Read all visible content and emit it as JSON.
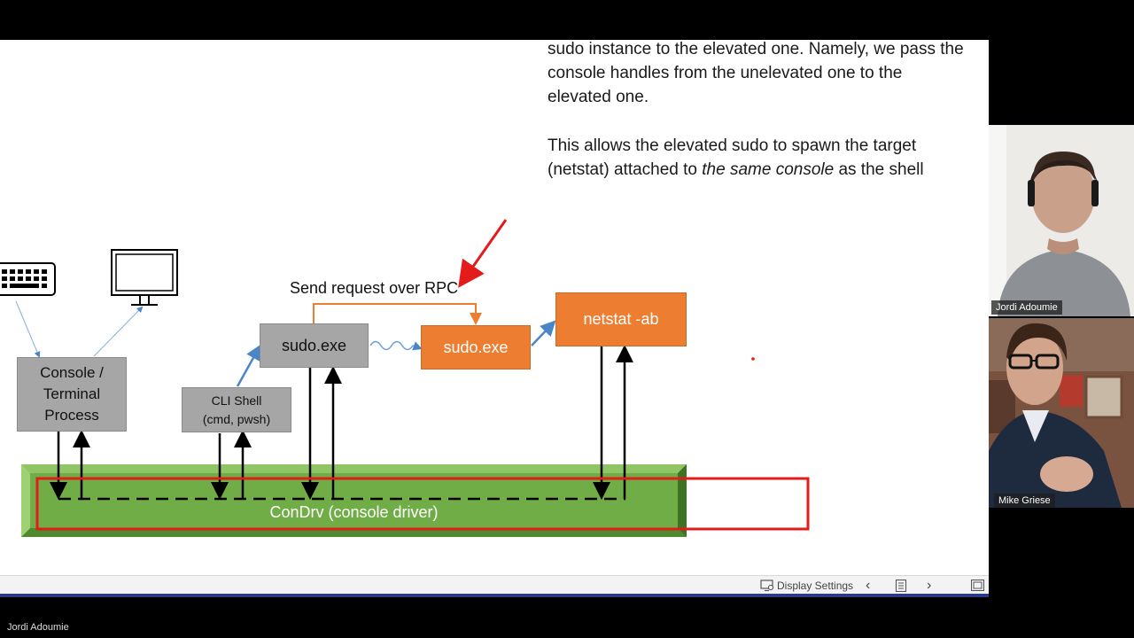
{
  "slide": {
    "text_lines_top": [
      "sudo instance to the elevated one. Namely, we pass the",
      "console handles from the unelevated one to the",
      "elevated one."
    ],
    "text2_before": "This allows the elevated sudo to spawn the target",
    "text2_line2_pre": "(netstat) attached to ",
    "text2_line2_em": "the same console",
    "text2_line2_post": " as the shell",
    "diagram": {
      "console_box": "Console / Terminal Process",
      "console_line1": "Console /",
      "console_line2": "Terminal",
      "console_line3": "Process",
      "cli_line1": "CLI Shell",
      "cli_line2": "(cmd, pwsh)",
      "sudo_unelevated": "sudo.exe",
      "sudo_elevated": "sudo.exe",
      "netstat": "netstat -ab",
      "rpc_label": "Send request over RPC",
      "condrv": "ConDrv (console driver)"
    },
    "colors": {
      "orange": "#ed7d31",
      "gray": "#a6a6a6",
      "green": "#70ad47",
      "highlight_red": "#e31b1b"
    }
  },
  "toolbar": {
    "display_settings": "Display Settings"
  },
  "participants": [
    {
      "name": "Jordi Adoumie"
    },
    {
      "name": "Mike Griese"
    }
  ],
  "bottom_name": "Jordi Adoumie"
}
